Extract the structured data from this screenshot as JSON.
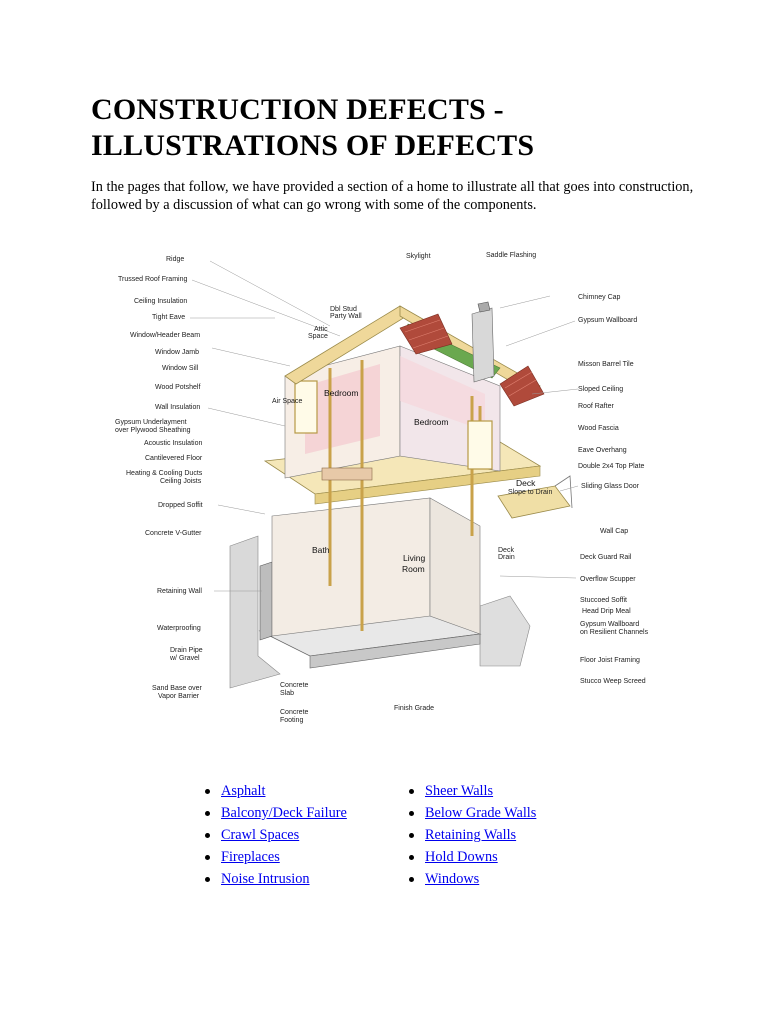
{
  "title": {
    "line1": "CONSTRUCTION DEFECTS -",
    "line2": "ILLUSTRATIONS OF DEFECTS"
  },
  "intro": "In the pages that follow, we have provided a section of a home to illustrate all that goes into construction, followed by a discussion of what can go wrong with some of the components.",
  "diagram": {
    "left_labels": [
      "Ridge",
      "Trussed Roof Framing",
      "Ceiling Insulation",
      "Tight Eave",
      "Window/Header Beam",
      "Window Jamb",
      "Window Sill",
      "Wood Potshelf",
      "Wall Insulation",
      "Gypsum Underlayment",
      "over Plywood Sheathing",
      "Acoustic Insulation",
      "Cantilevered Floor",
      "Heating & Cooling Ducts",
      "Ceiling Joists",
      "Dropped Soffit",
      "Concrete V-Gutter",
      "Retaining Wall",
      "Waterproofing",
      "Drain Pipe",
      "w/ Gravel",
      "Sand Base over",
      "Vapor Barrier"
    ],
    "top_labels": [
      "Skylight",
      "Saddle Flashing"
    ],
    "right_labels": [
      "Chimney Cap",
      "Gypsum Wallboard",
      "Misson Barrel Tile",
      "Sloped Ceiling",
      "Roof Rafter",
      "Wood Fascia",
      "Eave Overhang",
      "Double 2x4 Top Plate",
      "Sliding Glass Door",
      "Wall Cap",
      "Deck Guard Rail",
      "Overflow Scupper",
      "Stuccoed Soffit",
      "Head Drip Meal",
      "Gypsum Wallboard",
      "on Resilient Channels",
      "Floor Joist Framing",
      "Stucco Weep Screed"
    ],
    "inner_labels": [
      "Dbl Stud",
      "Party Wall",
      "Attic",
      "Space",
      "Air Space",
      "Bedroom",
      "Bedroom",
      "Deck",
      "Slope to Drain",
      "Bath",
      "Living",
      "Room",
      "Deck",
      "Drain",
      "Concrete",
      "Slab",
      "Concrete",
      "Footing",
      "Finish Grade"
    ]
  },
  "links": {
    "col1": [
      "Asphalt",
      "Balcony/Deck Failure",
      "Crawl Spaces",
      "Fireplaces",
      "Noise Intrusion"
    ],
    "col2": [
      "Sheer Walls",
      "Below Grade Walls",
      "Retaining Walls",
      "Hold Downs",
      "Windows"
    ]
  }
}
